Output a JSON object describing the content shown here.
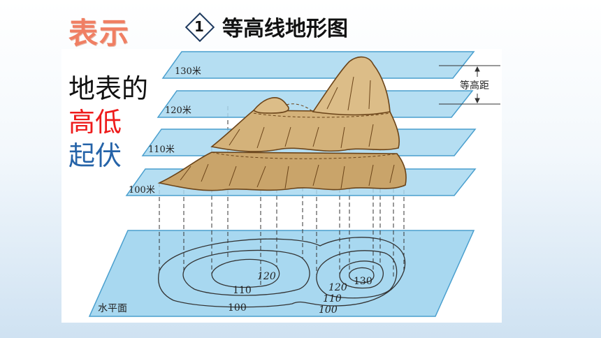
{
  "header": {
    "section_label": "表示",
    "badge_number": "1",
    "topic_title": "等高线地形图"
  },
  "side_text": {
    "line1": "地表的",
    "line2": "高低",
    "line3": "起伏"
  },
  "diagram": {
    "plane_labels": [
      "130米",
      "120米",
      "110米",
      "100米"
    ],
    "base_label": "水平面",
    "interval_label": "等高距",
    "contour_labels": [
      "120",
      "110",
      "100",
      "130",
      "120",
      "110",
      "100"
    ]
  },
  "colors": {
    "plane_fill": "#a8d8f0",
    "plane_stroke": "#4a9fce",
    "mountain_fill": "#c9a46a",
    "mountain_stroke": "#6b4419",
    "section_label": "#f07f63",
    "side_red": "#ee1b1b",
    "side_blue": "#2563a8"
  }
}
